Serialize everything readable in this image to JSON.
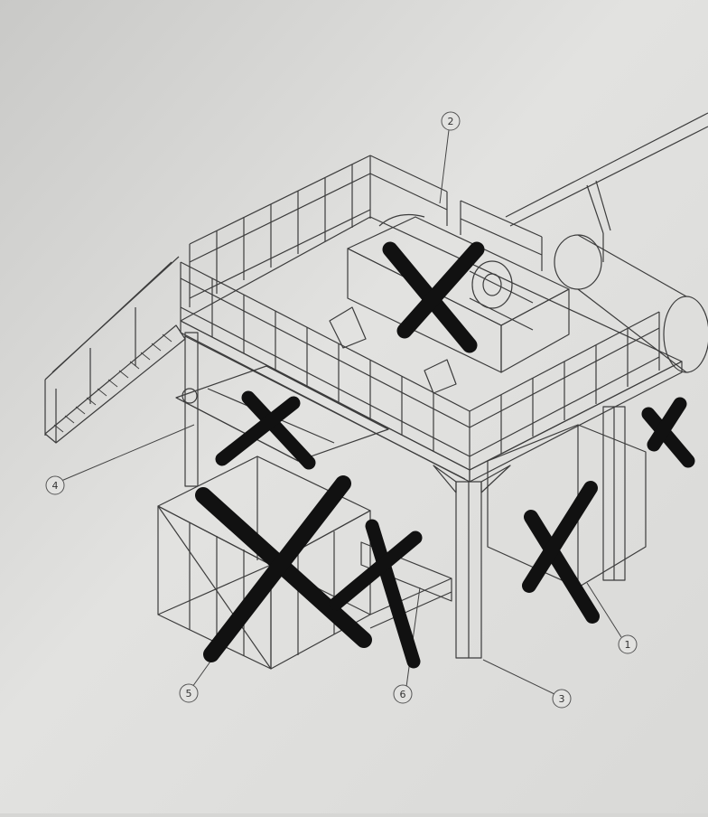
{
  "drawing": {
    "callouts": [
      {
        "id": "1",
        "label": "1"
      },
      {
        "id": "2",
        "label": "2"
      },
      {
        "id": "3",
        "label": "3"
      },
      {
        "id": "4",
        "label": "4"
      },
      {
        "id": "5",
        "label": "5"
      },
      {
        "id": "6",
        "label": "6"
      }
    ],
    "crossed_out_marks": 6,
    "colors": {
      "paper": "#e4e4e2",
      "line": "#3c3c3c",
      "marker": "#111111"
    }
  }
}
